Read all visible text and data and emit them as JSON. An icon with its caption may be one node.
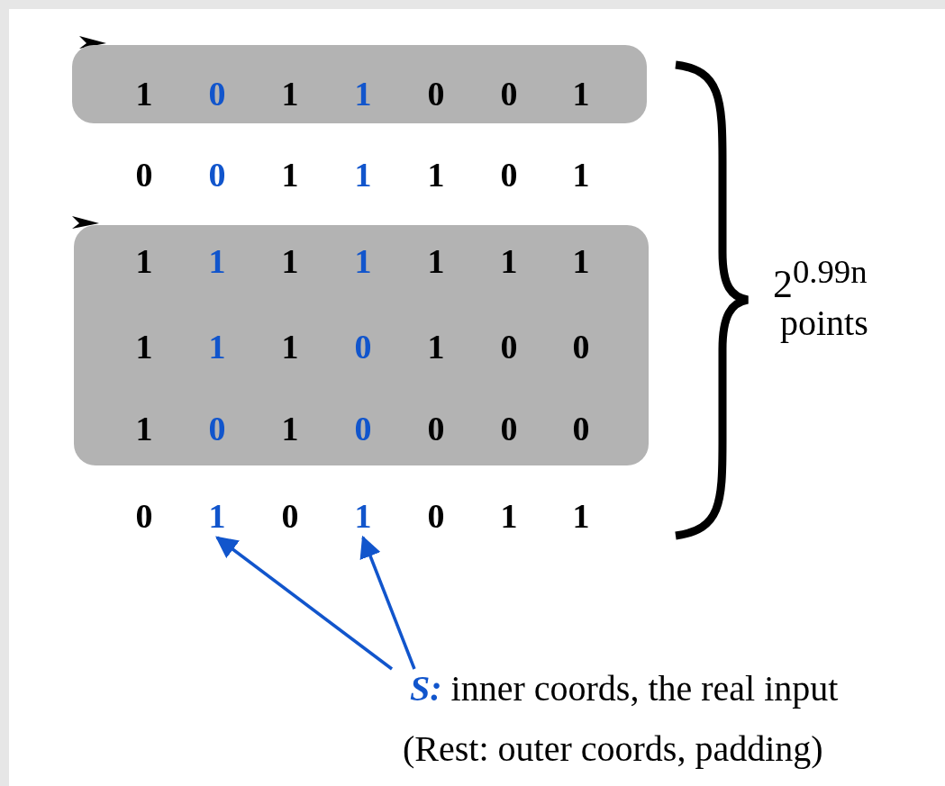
{
  "diagram": {
    "nodes": [
      {
        "text": [],
        "shape": "box"
      },
      {
        "text": [],
        "shape": "box"
      },
      {
        "text": [
          "1"
        ]
      },
      {
        "text": [
          "1"
        ]
      },
      {
        "text": [
          "**S:** inner coords, the real input"
        ]
      }
    ],
    "edges": [
      {
        "from": 4,
        "to": 2,
        "arrow": "to"
      },
      {
        "from": 4,
        "to": 3,
        "arrow": "to"
      }
    ],
    "labels": [
      "1",
      "0",
      "1",
      "1",
      "0",
      "0",
      "1",
      "0",
      "0",
      "1",
      "1",
      "1",
      "0",
      "1",
      "1",
      "1",
      "1",
      "1",
      "1",
      "1",
      "1",
      "1",
      "1",
      "1",
      "0",
      "1",
      "0",
      "0",
      "1",
      "0",
      "1",
      "0",
      "0",
      "0",
      "0",
      "0",
      "0",
      "0",
      "1",
      "1",
      "2$^{0.99n}$",
      "points",
      "(Rest: outer coords, padding)"
    ]
  }
}
